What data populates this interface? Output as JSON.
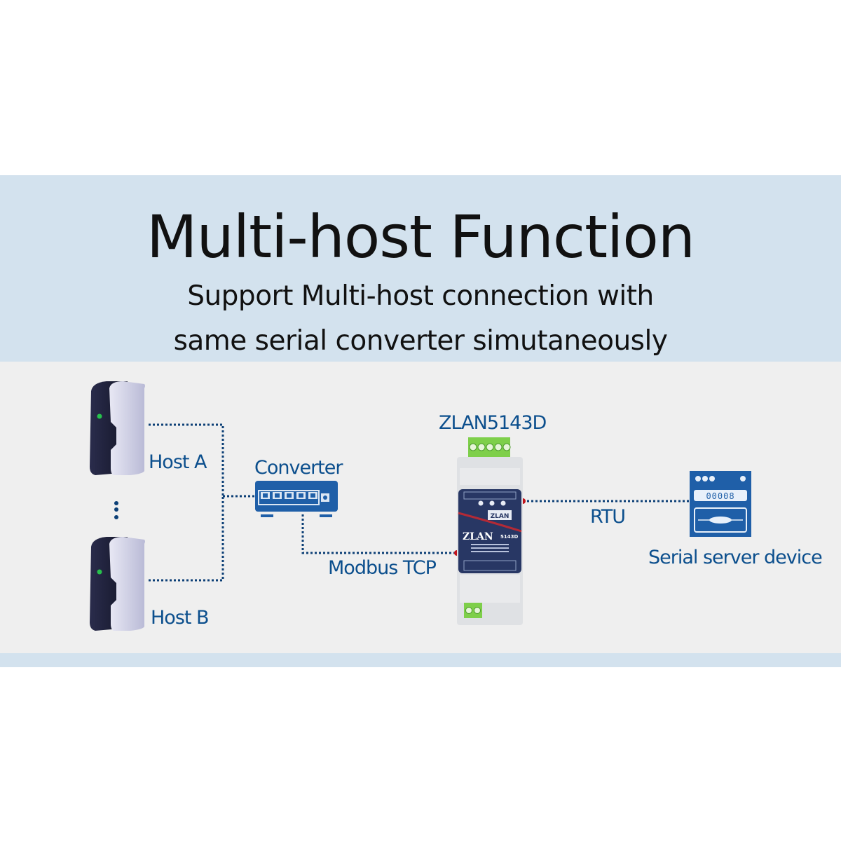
{
  "header": {
    "title": "Multi-host Function",
    "subtitle_line1": "Support Multi-host connection with",
    "subtitle_line2": "same serial converter simutaneously"
  },
  "diagram": {
    "nodes": {
      "host_a": {
        "label": "Host A",
        "icon": "server-tower-icon"
      },
      "host_b": {
        "label": "Host B",
        "icon": "server-tower-icon"
      },
      "ellipsis": {
        "icon": "vertical-ellipsis-icon"
      },
      "converter": {
        "label": "Converter",
        "icon": "network-switch-icon"
      },
      "gateway": {
        "label": "ZLAN5143D",
        "icon": "din-rail-gateway-icon",
        "brand": "ZLAN",
        "model": "5143D"
      },
      "serial_device": {
        "label": "Serial server device",
        "icon": "electric-meter-icon",
        "counter": "00008"
      }
    },
    "links": [
      {
        "from": "host_a",
        "to": "converter",
        "style": "dotted"
      },
      {
        "from": "host_b",
        "to": "converter",
        "style": "dotted"
      },
      {
        "from": "converter",
        "to": "gateway",
        "style": "dotted",
        "label": "Modbus TCP"
      },
      {
        "from": "gateway",
        "to": "serial_device",
        "style": "dotted",
        "label": "RTU"
      }
    ]
  },
  "colors": {
    "accent": "#0c4f8d",
    "icon_blue": "#1f5fa8",
    "header_band": "#d3e2ee",
    "content_band": "#efefef",
    "link_dot_red": "#c0141c",
    "led_green": "#27c24c"
  }
}
